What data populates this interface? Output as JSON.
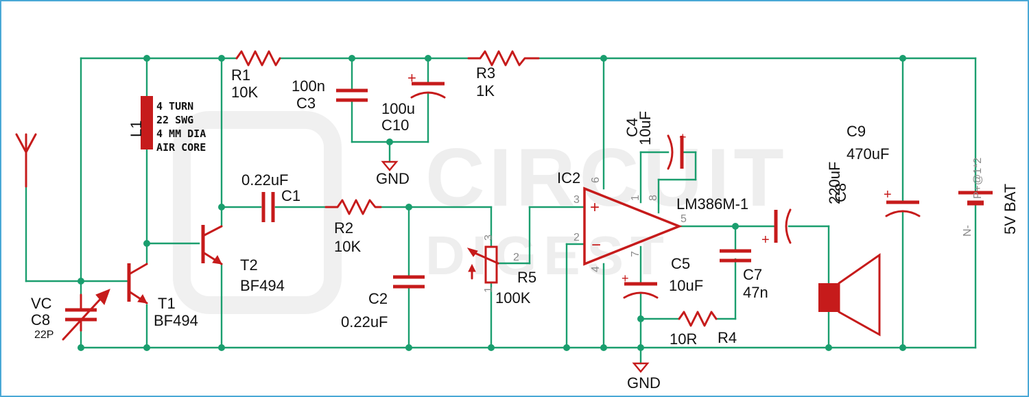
{
  "colors": {
    "wire": "#1a9e6e",
    "component": "#c61b1b",
    "border": "#4aa8d6",
    "watermark": "#eeeeee"
  },
  "watermark": {
    "line1": "CIRCUIT",
    "line2": "DIGEST"
  },
  "components": {
    "R1": {
      "ref": "R1",
      "value": "10K"
    },
    "R2": {
      "ref": "R2",
      "value": "10K"
    },
    "R3": {
      "ref": "R3",
      "value": "1K"
    },
    "R4": {
      "ref": "R4",
      "value": "10R"
    },
    "R5": {
      "ref": "R5",
      "value": "100K",
      "pins": [
        "1",
        "2",
        "3"
      ]
    },
    "C1": {
      "ref": "C1",
      "value": "0.22uF"
    },
    "C2": {
      "ref": "C2",
      "value": "0.22uF"
    },
    "C3": {
      "ref": "C3",
      "value": "100n"
    },
    "C4": {
      "ref": "C4",
      "value": "10uF"
    },
    "C5": {
      "ref": "C5",
      "value": "10uF"
    },
    "C7": {
      "ref": "C7",
      "value": "47n"
    },
    "C8": {
      "ref": "C8",
      "value": "220uF"
    },
    "C9": {
      "ref": "C9",
      "value": "470uF"
    },
    "C10": {
      "ref": "C10",
      "value": "100u"
    },
    "VC": {
      "ref1": "VC",
      "ref2": "C8",
      "value": "22P"
    },
    "L1": {
      "ref": "L1",
      "notes": [
        "4 TURN",
        "22 SWG",
        "4 MM DIA",
        "AIR CORE"
      ]
    },
    "T1": {
      "ref": "T1",
      "value": "BF494"
    },
    "T2": {
      "ref": "T2",
      "value": "BF494"
    },
    "IC2": {
      "ref": "IC2",
      "value": "LM386M-1",
      "pins": [
        "1",
        "2",
        "3",
        "4",
        "5",
        "6",
        "7",
        "8"
      ],
      "plus": "+",
      "minus": "−"
    },
    "battery": {
      "value": "5V BAT",
      "pos": "P+@1*2",
      "neg": "N-"
    }
  },
  "gnd_labels": [
    "GND",
    "GND"
  ],
  "polarity": "+"
}
